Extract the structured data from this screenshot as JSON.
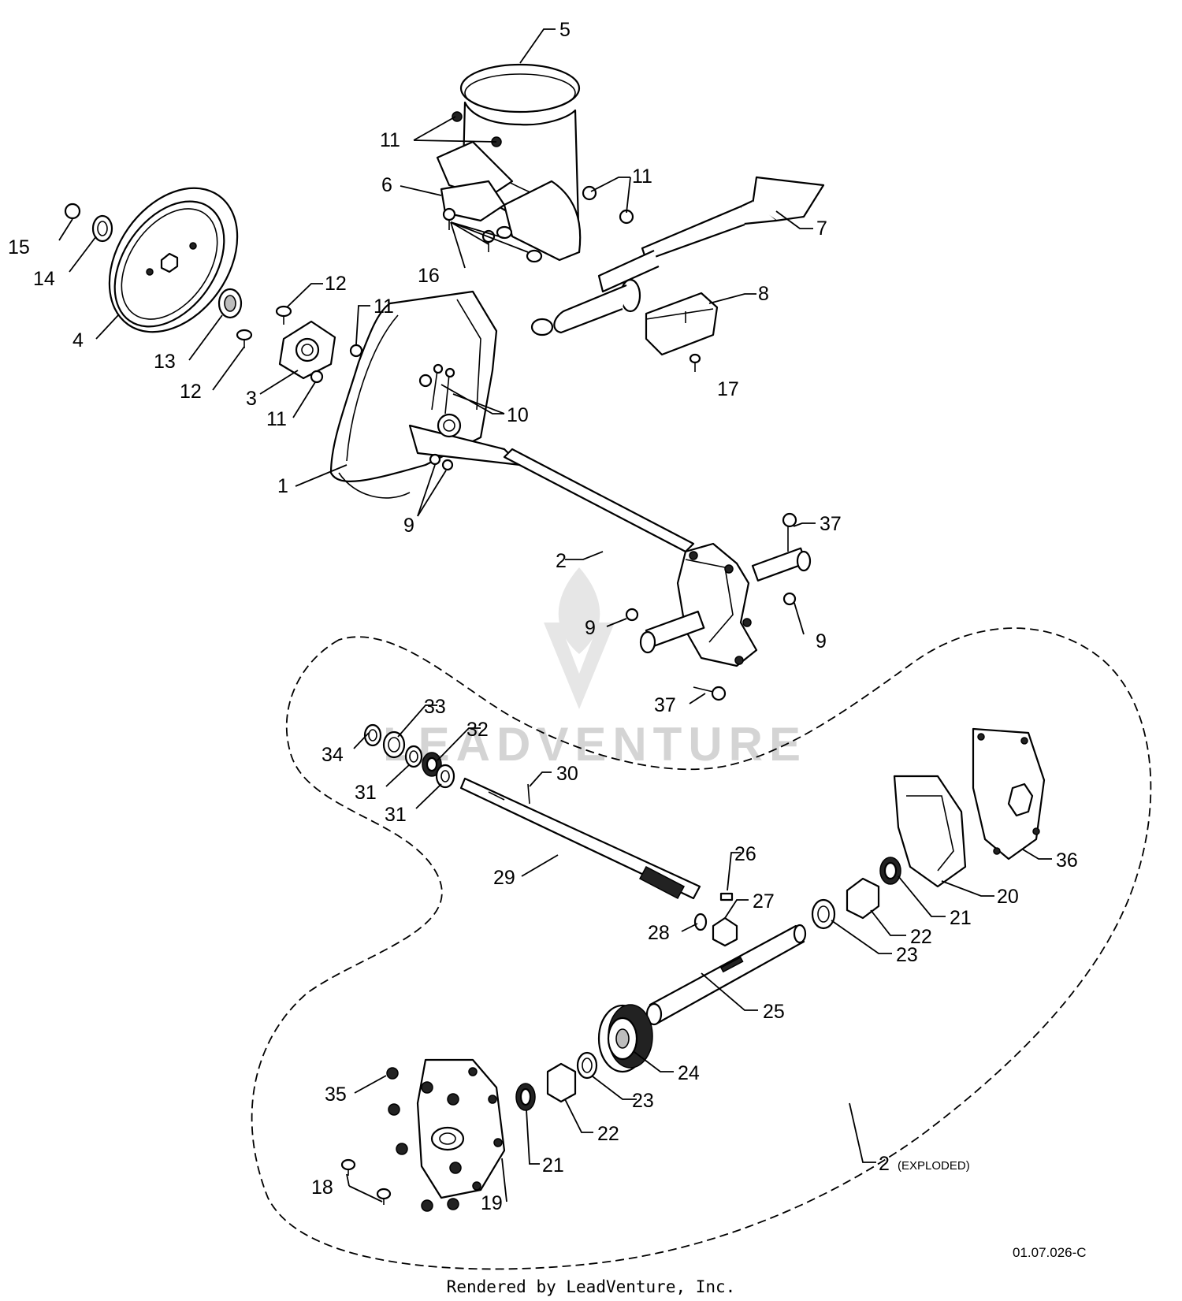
{
  "diagram": {
    "labels": {
      "l1": "1",
      "l2": "2",
      "l3": "3",
      "l4": "4",
      "l5": "5",
      "l6": "6",
      "l7": "7",
      "l8": "8",
      "l9a": "9",
      "l9b": "9",
      "l9c": "9",
      "l10": "10",
      "l11a": "11",
      "l11b": "11",
      "l11c": "11",
      "l11d": "11",
      "l12a": "12",
      "l12b": "12",
      "l13": "13",
      "l14": "14",
      "l15": "15",
      "l16": "16",
      "l17": "17",
      "l18": "18",
      "l19": "19",
      "l20": "20",
      "l21a": "21",
      "l21b": "21",
      "l22a": "22",
      "l22b": "22",
      "l23a": "23",
      "l23b": "23",
      "l24": "24",
      "l25": "25",
      "l26": "26",
      "l27": "27",
      "l28": "28",
      "l29": "29",
      "l30": "30",
      "l31a": "31",
      "l31b": "31",
      "l32": "32",
      "l33": "33",
      "l34": "34",
      "l35": "35",
      "l36": "36",
      "l37a": "37",
      "l37b": "37",
      "l2x": "2",
      "exploded": "(EXPLODED)"
    },
    "drawing_code": "01.07.026-C",
    "credit": "Rendered by LeadVenture, Inc.",
    "watermark": "LEADVENTURE"
  }
}
